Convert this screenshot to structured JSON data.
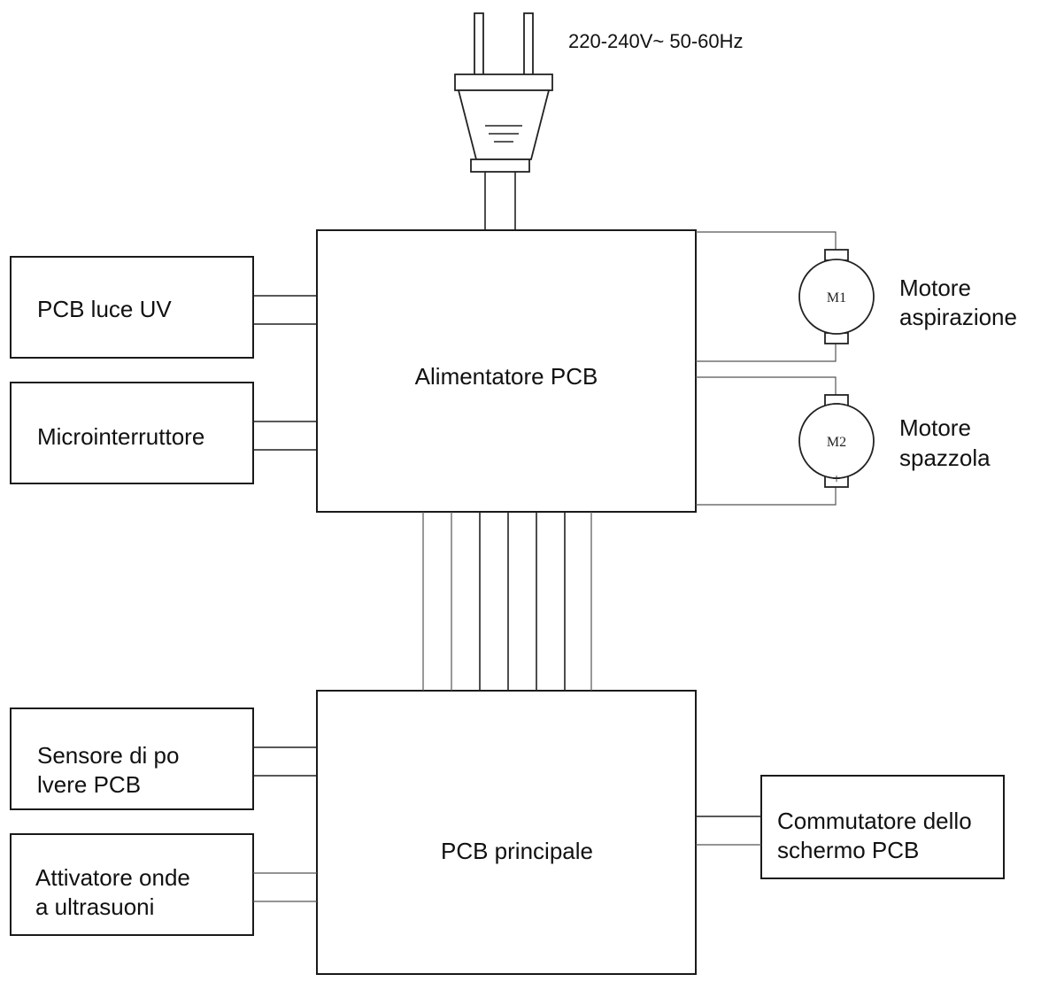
{
  "power": {
    "rating": "220-240V~ 50-60Hz"
  },
  "blocks": {
    "power_pcb": "Alimentatore PCB",
    "main_pcb": "PCB principale",
    "uv_pcb": "PCB luce UV",
    "microswitch": "Microinterruttore",
    "dust_sensor": [
      "Sensore di po",
      "lvere PCB"
    ],
    "ultrasonic": [
      "Attivatore onde",
      "a ultrasuoni"
    ],
    "screen_switch": [
      "Commutatore dello",
      "schermo PCB"
    ]
  },
  "motors": {
    "m1": {
      "symbol": "M1",
      "label": [
        "Motore",
        "aspirazione"
      ]
    },
    "m2": {
      "symbol": "M2",
      "label": [
        "Motore",
        "spazzola"
      ],
      "minus": "−",
      "plus": "+"
    }
  }
}
